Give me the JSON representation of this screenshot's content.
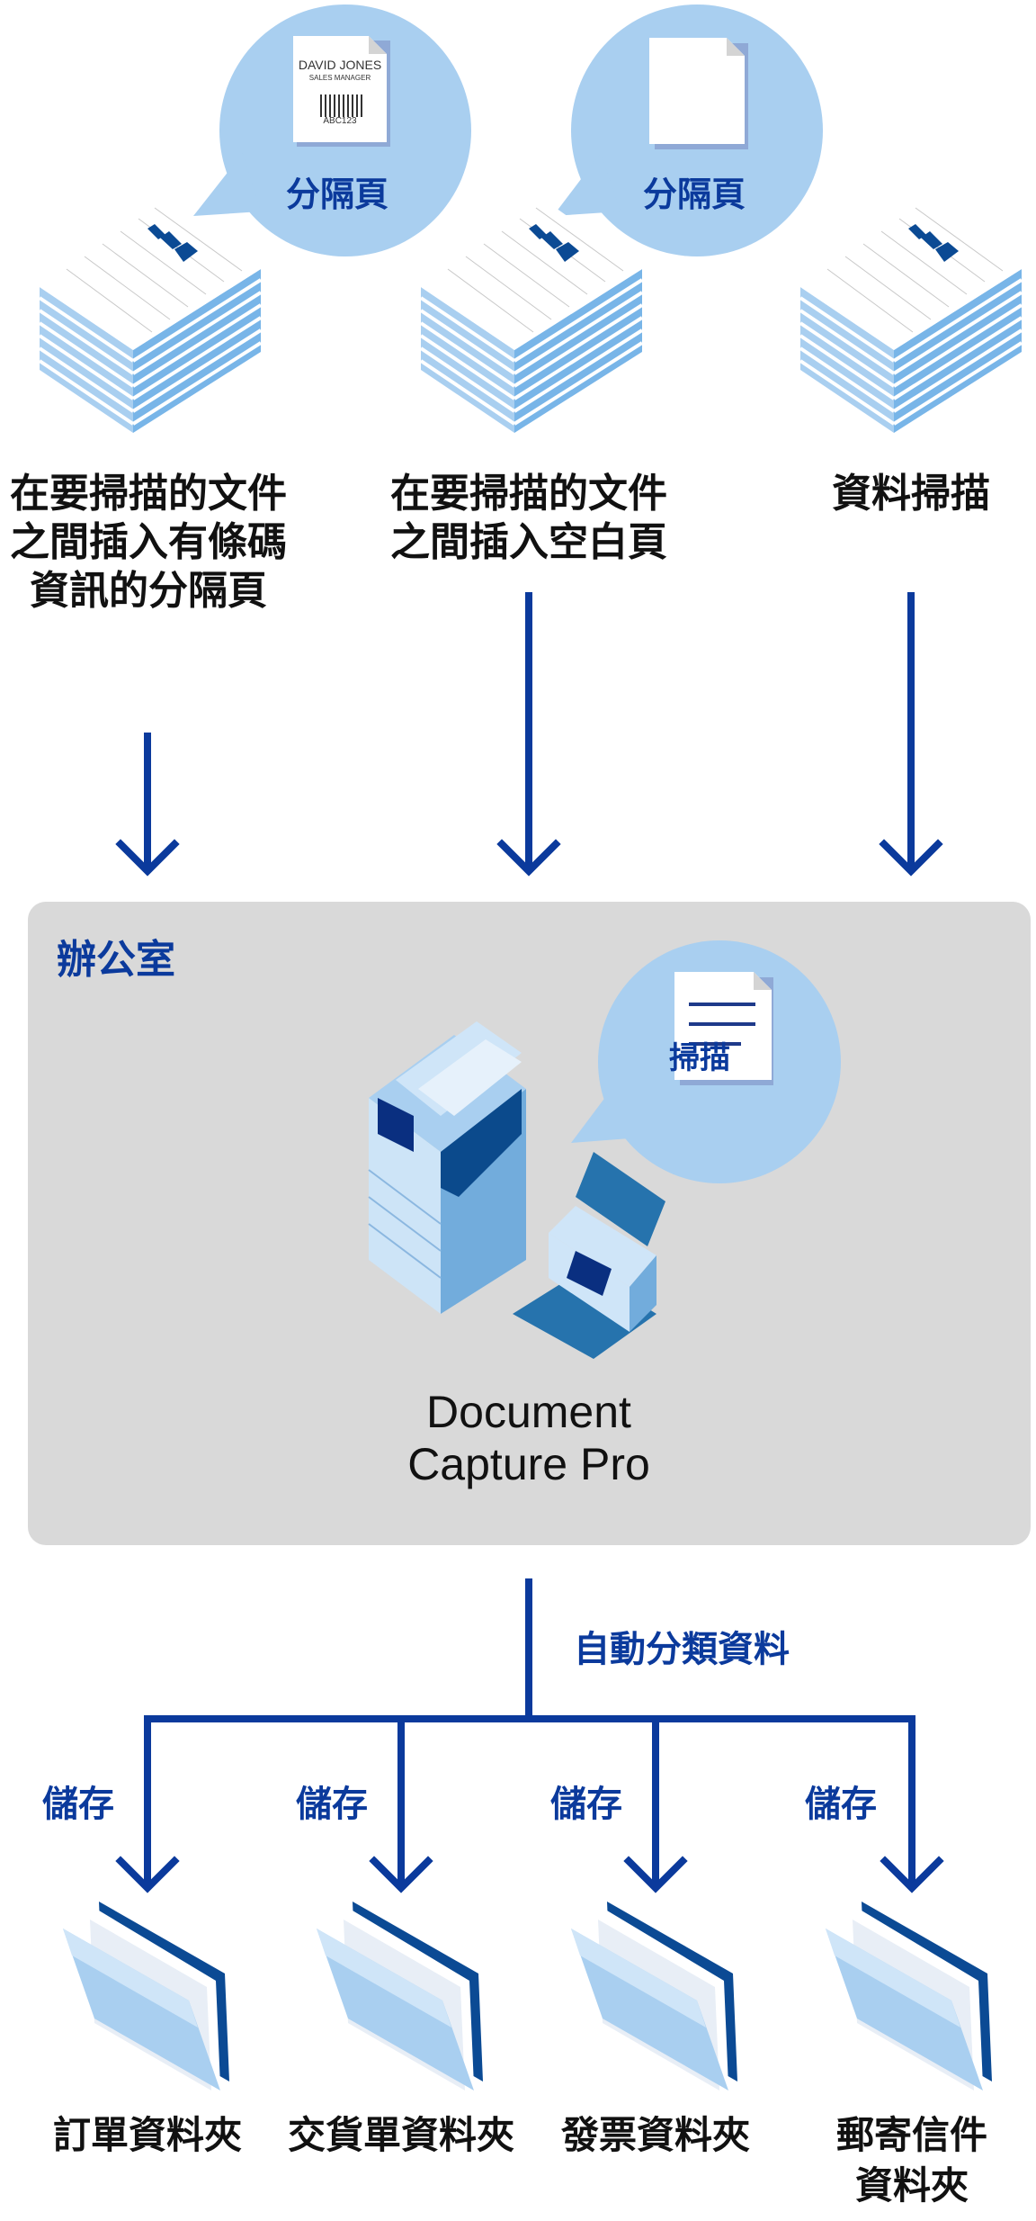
{
  "separators": {
    "barcode_sheet": {
      "name": "DAVID JONES",
      "title": "SALES MANAGER",
      "code": "ABC123"
    },
    "bubble1_label": "分隔頁",
    "bubble2_label": "分隔頁"
  },
  "methods": [
    {
      "lines": [
        "在要掃描的文件",
        "之間插入有條碼",
        "資訊的分隔頁"
      ]
    },
    {
      "lines": [
        "在要掃描的文件",
        "之間插入空白頁"
      ]
    },
    {
      "lines": [
        "資料掃描"
      ]
    }
  ],
  "office": {
    "title": "辦公室",
    "bubble_label": "掃描",
    "product_lines": [
      "Document",
      "Capture Pro"
    ]
  },
  "sorting": {
    "label": "自動分類資料",
    "save_label": "儲存",
    "folders": [
      {
        "lines": [
          "訂單資料夾"
        ]
      },
      {
        "lines": [
          "交貨單資料夾"
        ]
      },
      {
        "lines": [
          "發票資料夾"
        ]
      },
      {
        "lines": [
          "郵寄信件",
          "資料夾"
        ]
      }
    ]
  },
  "colors": {
    "accent": "#0b3a9c",
    "bubble": "#a9cff0",
    "office_bg": "#d9d9d9"
  }
}
